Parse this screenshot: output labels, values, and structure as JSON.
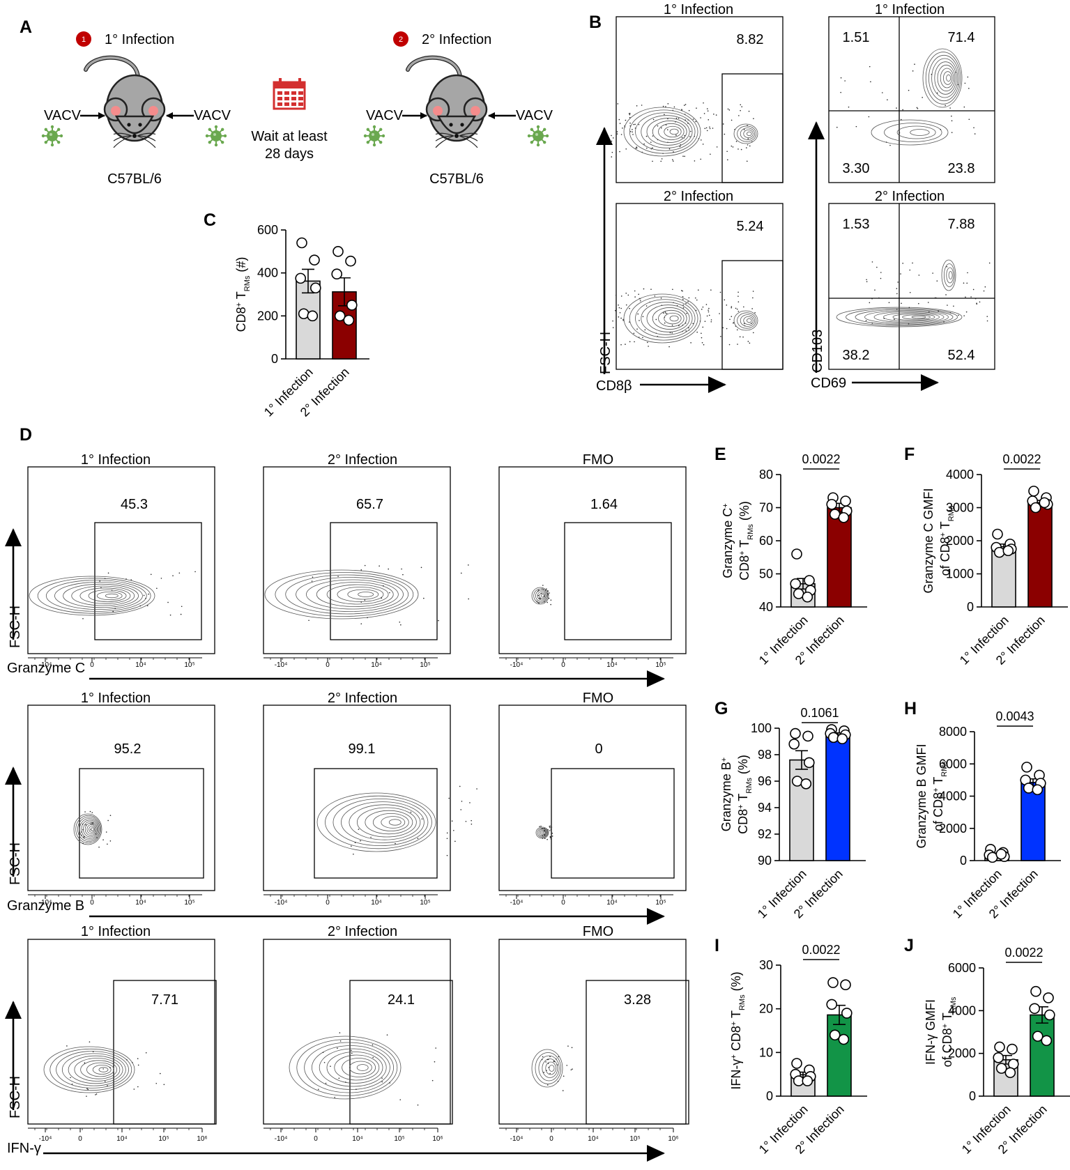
{
  "panels": {
    "A": {
      "letter": "A",
      "step1": {
        "num": "1",
        "label": "1° Infection"
      },
      "step2": {
        "num": "2",
        "label": "2° Infection"
      },
      "vacv": "VACV",
      "strain": "C57BL/6",
      "wait": [
        "Wait at least",
        "28 days"
      ],
      "icons": [
        "mouse-icon",
        "virus-icon",
        "calendar-icon"
      ]
    },
    "B": {
      "letter": "B",
      "left": {
        "top": {
          "title": "1° Infection",
          "value": "8.82"
        },
        "bottom": {
          "title": "2° Infection",
          "value": "5.24"
        },
        "xlabel": "CD8β",
        "ylabel": "FSC-H"
      },
      "right": {
        "top": {
          "title": "1° Infection",
          "q": [
            "1.51",
            "71.4",
            "3.30",
            "23.8"
          ]
        },
        "bottom": {
          "title": "2° Infection",
          "q": [
            "1.53",
            "7.88",
            "38.2",
            "52.4"
          ]
        },
        "xlabel": "CD69",
        "ylabel": "CD103"
      }
    },
    "D": {
      "letter": "D",
      "col_titles": [
        "1° Infection",
        "2° Infection",
        "FMO"
      ],
      "rows": [
        {
          "xlabel": "Granzyme C",
          "ylabel": "FSC-H",
          "values": [
            "45.3",
            "65.7",
            "1.64"
          ]
        },
        {
          "xlabel": "Granzyme B",
          "ylabel": "FSC-H",
          "values": [
            "95.2",
            "99.1",
            "0"
          ]
        },
        {
          "xlabel": "IFN-γ",
          "ylabel": "FSC-H",
          "values": [
            "7.71",
            "24.1",
            "3.28"
          ]
        }
      ],
      "ticks": [
        "-10⁴",
        "0",
        "10⁴",
        "10⁵",
        "10⁶"
      ]
    }
  },
  "chart_data": [
    {
      "panel": "C",
      "type": "bar",
      "categories": [
        "1° Infection",
        "2° Infection"
      ],
      "values": [
        362,
        312
      ],
      "sem": [
        55,
        65
      ],
      "points": [
        [
          540,
          460,
          375,
          330,
          210,
          200
        ],
        [
          500,
          455,
          395,
          250,
          200,
          180
        ]
      ],
      "ylabel_parts": [
        "CD8",
        "+",
        " T",
        "RMs",
        " (#)"
      ],
      "ylim": [
        0,
        600
      ],
      "yticks": [
        0,
        200,
        400,
        600
      ],
      "colors": [
        "#d9d9d9",
        "#8b0000"
      ],
      "pvalue": ""
    },
    {
      "panel": "E",
      "type": "bar",
      "categories": [
        "1° Infection",
        "2° Infection"
      ],
      "values": [
        47,
        70
      ],
      "sem": [
        1.6,
        1.3
      ],
      "points": [
        [
          56,
          48,
          47,
          45,
          44,
          43
        ],
        [
          73,
          72,
          71,
          69,
          68,
          67
        ]
      ],
      "ylabel_parts": [
        "Granzyme C",
        "+",
        "|CD8",
        "+",
        " T",
        "RMs",
        " (%)"
      ],
      "ylim": [
        40,
        80
      ],
      "yticks": [
        40,
        50,
        60,
        70,
        80
      ],
      "colors": [
        "#d9d9d9",
        "#8b0000"
      ],
      "pvalue": "0.0022"
    },
    {
      "panel": "F",
      "type": "bar",
      "categories": [
        "1° Infection",
        "2° Infection"
      ],
      "values": [
        1820,
        3150
      ],
      "sem": [
        80,
        70
      ],
      "points": [
        [
          2200,
          1900,
          1800,
          1750,
          1650,
          1700
        ],
        [
          3500,
          3300,
          3200,
          3100,
          3000,
          3150
        ]
      ],
      "ylabel_parts": [
        "Granzyme C GMFI",
        "",
        "|of CD8",
        "+",
        " T",
        "RMs",
        ""
      ],
      "ylim": [
        0,
        4000
      ],
      "yticks": [
        0,
        1000,
        2000,
        3000,
        4000
      ],
      "colors": [
        "#d9d9d9",
        "#8b0000"
      ],
      "pvalue": "0.0022"
    },
    {
      "panel": "G",
      "type": "bar",
      "categories": [
        "1° Infection",
        "2° Infection"
      ],
      "values": [
        97.6,
        99.5
      ],
      "sem": [
        0.7,
        0.15
      ],
      "points": [
        [
          99.6,
          99.4,
          98.8,
          97.4,
          96.0,
          95.8
        ],
        [
          99.9,
          99.8,
          99.6,
          99.5,
          99.3,
          99.2
        ]
      ],
      "ylabel_parts": [
        "Granzyme B",
        "+",
        "|CD8",
        "+",
        " T",
        "RMs",
        " (%)"
      ],
      "ylim": [
        90,
        100
      ],
      "yticks": [
        90,
        92,
        94,
        96,
        98,
        100
      ],
      "colors": [
        "#d9d9d9",
        "#0033ff"
      ],
      "pvalue": "0.1061"
    },
    {
      "panel": "H",
      "type": "bar",
      "categories": [
        "1° Infection",
        "2° Infection"
      ],
      "values": [
        380,
        4850
      ],
      "sem": [
        90,
        220
      ],
      "points": [
        [
          700,
          500,
          350,
          250,
          200,
          400
        ],
        [
          5800,
          5300,
          5000,
          4800,
          4500,
          4400
        ]
      ],
      "ylabel_parts": [
        "Granzyme B GMFI",
        "",
        "|of CD8",
        "+",
        " T",
        "RMs",
        ""
      ],
      "ylim": [
        0,
        8000
      ],
      "yticks": [
        0,
        2000,
        4000,
        6000,
        8000
      ],
      "colors": [
        "#d9d9d9",
        "#0033ff"
      ],
      "pvalue": "0.0043"
    },
    {
      "panel": "I",
      "type": "bar",
      "categories": [
        "1° Infection",
        "2° Infection"
      ],
      "values": [
        4.9,
        18.6
      ],
      "sem": [
        0.6,
        2.2
      ],
      "points": [
        [
          7.5,
          6.0,
          5.0,
          4.5,
          3.5,
          3.5
        ],
        [
          26,
          25.5,
          21,
          19,
          14,
          13
        ]
      ],
      "ylabel_parts": [
        "IFN-γ",
        "+",
        " CD8",
        "+",
        " T",
        "RMs",
        " (%)"
      ],
      "ylim": [
        0,
        30
      ],
      "yticks": [
        0,
        10,
        20,
        30
      ],
      "colors": [
        "#d9d9d9",
        "#129447"
      ],
      "pvalue": "0.0022"
    },
    {
      "panel": "J",
      "type": "bar",
      "categories": [
        "1° Infection",
        "2° Infection"
      ],
      "values": [
        1700,
        3800
      ],
      "sem": [
        200,
        380
      ],
      "points": [
        [
          2300,
          2200,
          1800,
          1500,
          1300,
          1100
        ],
        [
          4900,
          4600,
          4100,
          3800,
          2800,
          2600
        ]
      ],
      "ylabel_parts": [
        "IFN-γ GMFI",
        "",
        "|of CD8",
        "+",
        " T",
        "RMs",
        ""
      ],
      "ylim": [
        0,
        6000
      ],
      "yticks": [
        0,
        2000,
        4000,
        6000
      ],
      "colors": [
        "#d9d9d9",
        "#129447"
      ],
      "pvalue": "0.0022"
    }
  ]
}
